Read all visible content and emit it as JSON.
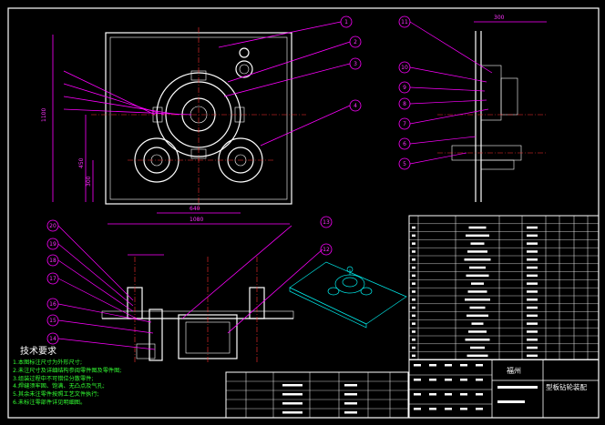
{
  "drawing": {
    "title": "型板钻轮装配",
    "tech_requirements": {
      "heading": "技术要求",
      "lines": [
        "1.本图标注尺寸为外形尺寸;",
        "2.未注尺寸及详细结构参阅零件图及零件图;",
        "3.组装过程中不可错位分散零件;",
        "4.焊缝须牢固、饱满、无凸点及气孔;",
        "5.其余未注零件按照工艺文件执行;",
        "6.未标注零部件详见明细图。"
      ]
    },
    "dimensions": {
      "front_height": "1100",
      "front_width_inner": "640",
      "front_width_outer": "1080",
      "side_width": "300",
      "front_mid_1": "450",
      "front_mid_2": "300"
    },
    "balloons": {
      "front": [
        "1",
        "2",
        "3",
        "4"
      ],
      "side": [
        "11",
        "10",
        "9",
        "8",
        "7",
        "6",
        "5"
      ],
      "bottom": [
        "20",
        "19",
        "18",
        "17",
        "16",
        "15",
        "14",
        "13",
        "12"
      ]
    },
    "title_block": {
      "company_mark": "福州"
    }
  }
}
